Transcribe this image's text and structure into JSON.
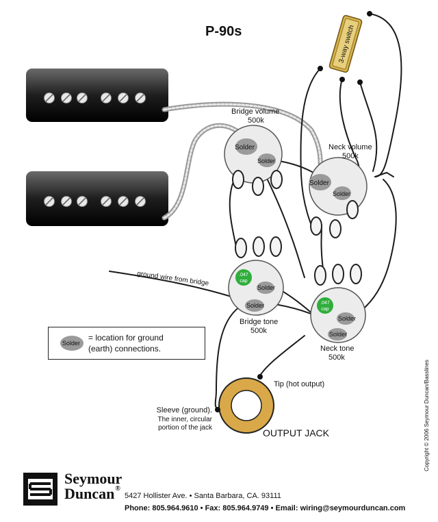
{
  "title": "P-90s",
  "switch": {
    "label": "3-way switch"
  },
  "pots": {
    "bridge_volume": {
      "name": "Bridge volume",
      "value": "500k"
    },
    "neck_volume": {
      "name": "Neck volume",
      "value": "500k"
    },
    "bridge_tone": {
      "name": "Bridge tone",
      "value": "500k"
    },
    "neck_tone": {
      "name": "Neck tone",
      "value": "500k"
    }
  },
  "solder_label": "Solder",
  "cap": {
    "value": ".047",
    "unit": "cap"
  },
  "ground_wire_label": "ground wire from bridge",
  "legend": {
    "sample": "Solder",
    "text_line1": "= location for ground",
    "text_line2": "(earth) connections."
  },
  "jack": {
    "title": "OUTPUT JACK",
    "tip": "Tip (hot output)",
    "sleeve_line1": "Sleeve (ground).",
    "sleeve_line2": "The inner, circular",
    "sleeve_line3": "portion of the jack"
  },
  "copyright": "Copyright © 2006 Seymour Duncan/Basslines",
  "footer": {
    "brand_line1": "Seymour",
    "brand_line2": "Duncan",
    "reg": "®",
    "address": "5427 Hollister Ave.  •  Santa Barbara, CA. 93111",
    "phone_line": "Phone: 805.964.9610  •  Fax: 805.964.9749  •  Email: wiring@seymourduncan.com"
  },
  "colors": {
    "cap_green": "#2fae3c",
    "switch_gold": "#d7b24a",
    "jack_ring": "#d9a849",
    "solder_gray": "#9a9a9a"
  }
}
